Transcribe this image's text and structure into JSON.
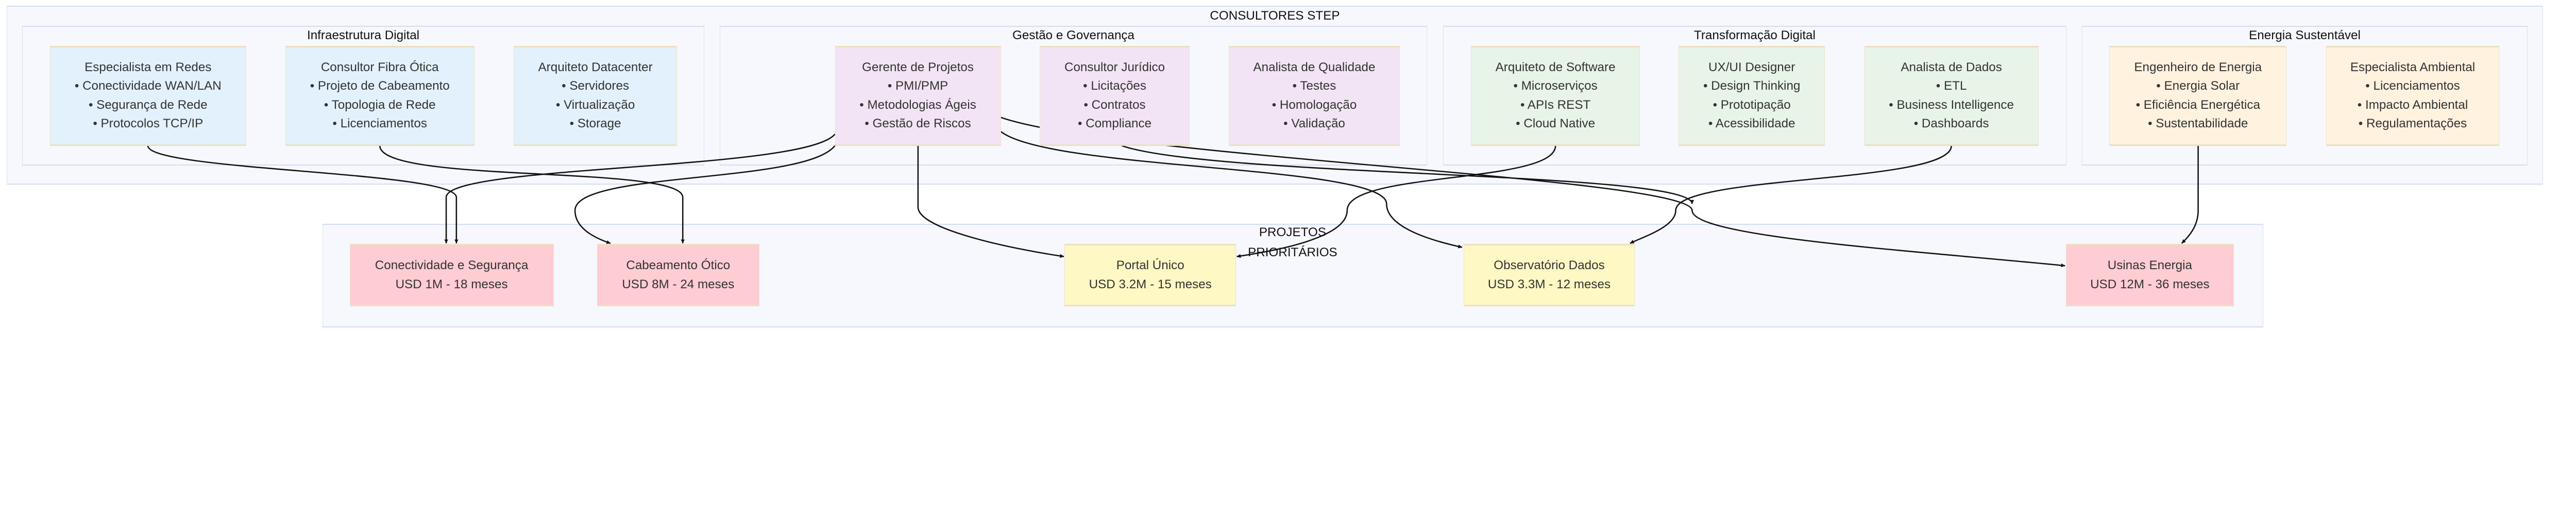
{
  "consultores": {
    "title": "CONSULTORES STEP",
    "groups": [
      {
        "title": "Infraestrutura Digital",
        "cards": [
          {
            "title": "Especialista em Redes",
            "bullets": [
              "• Conectividade WAN/LAN",
              "• Segurança de Rede",
              "• Protocolos TCP/IP"
            ]
          },
          {
            "title": "Consultor Fibra Ótica",
            "bullets": [
              "• Projeto de Cabeamento",
              "• Topologia de Rede",
              "• Licenciamentos"
            ]
          },
          {
            "title": "Arquiteto Datacenter",
            "bullets": [
              "• Servidores",
              "• Virtualização",
              "• Storage"
            ]
          }
        ]
      },
      {
        "title": "Gestão e Governança",
        "cards": [
          {
            "title": "Gerente de Projetos",
            "bullets": [
              "• PMI/PMP",
              "• Metodologias Ágeis",
              "• Gestão de Riscos"
            ]
          },
          {
            "title": "Consultor Jurídico",
            "bullets": [
              "• Licitações",
              "• Contratos",
              "• Compliance"
            ]
          },
          {
            "title": "Analista de Qualidade",
            "bullets": [
              "• Testes",
              "• Homologação",
              "• Validação"
            ]
          }
        ]
      },
      {
        "title": "Transformação Digital",
        "cards": [
          {
            "title": "Arquiteto de Software",
            "bullets": [
              "• Microserviços",
              "• APIs REST",
              "• Cloud Native"
            ]
          },
          {
            "title": "UX/UI Designer",
            "bullets": [
              "• Design Thinking",
              "• Prototipação",
              "• Acessibilidade"
            ]
          },
          {
            "title": "Analista de Dados",
            "bullets": [
              "• ETL",
              "• Business Intelligence",
              "• Dashboards"
            ]
          }
        ]
      },
      {
        "title": "Energia Sustentável",
        "cards": [
          {
            "title": "Engenheiro de Energia",
            "bullets": [
              "• Energia Solar",
              "• Eficiência Energética",
              "• Sustentabilidade"
            ]
          },
          {
            "title": "Especialista Ambiental",
            "bullets": [
              "• Licenciamentos",
              "• Impacto Ambiental",
              "• Regulamentações"
            ]
          }
        ]
      }
    ]
  },
  "projetos": {
    "title_line1": "PROJETOS",
    "title_line2": "PRIORITÁRIOS",
    "items": [
      {
        "name": "Conectividade e Segurança",
        "detail": "USD 1M - 18 meses"
      },
      {
        "name": "Cabeamento Ótico",
        "detail": "USD 8M - 24 meses"
      },
      {
        "name": "Portal Único",
        "detail": "USD 3.2M - 15 meses"
      },
      {
        "name": "Observatório Dados",
        "detail": "USD 3.3M - 12 meses"
      },
      {
        "name": "Usinas Energia",
        "detail": "USD 12M - 36 meses"
      }
    ]
  },
  "colors": {
    "infraestrutura": "#e3f1fc",
    "gestao": "#f3e4f5",
    "transformacao": "#e8f4e8",
    "energia": "#fff2df",
    "projeto_alto": "#fecdd3",
    "projeto_medio": "#fef8c4",
    "container": "#f6f8fd",
    "container_border": "#d3dcf3"
  },
  "edges": [
    [
      "Especialista em Redes",
      "Conectividade e Segurança"
    ],
    [
      "Gerente de Projetos",
      "Conectividade e Segurança"
    ],
    [
      "Consultor Fibra Ótica",
      "Cabeamento Ótico"
    ],
    [
      "Gerente de Projetos",
      "Cabeamento Ótico"
    ],
    [
      "Gerente de Projetos",
      "Portal Único"
    ],
    [
      "Arquiteto de Software",
      "Portal Único"
    ],
    [
      "Gerente de Projetos",
      "Observatório Dados"
    ],
    [
      "Analista de Dados",
      "Observatório Dados"
    ],
    [
      "Gerente de Projetos",
      "Usinas Energia"
    ],
    [
      "Consultor Jurídico",
      "Usinas Energia"
    ],
    [
      "Engenheiro de Energia",
      "Usinas Energia"
    ]
  ]
}
